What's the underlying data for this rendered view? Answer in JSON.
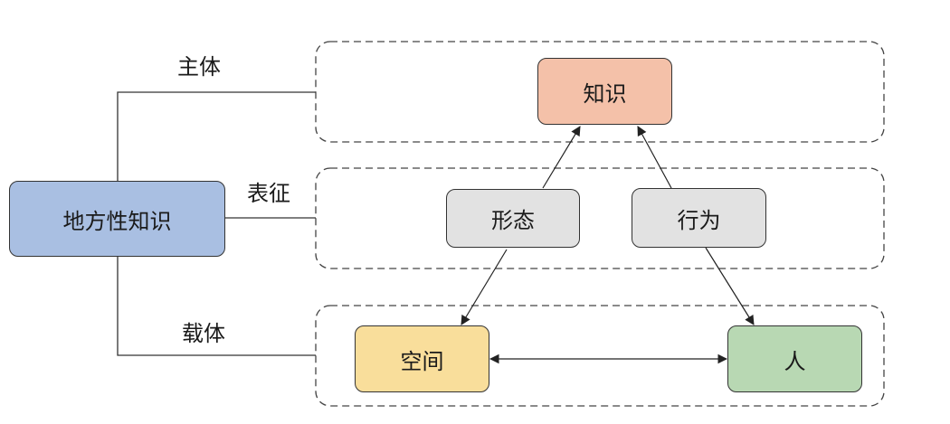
{
  "root": {
    "label": "地方性知识"
  },
  "branches": {
    "subject": "主体",
    "representation": "表征",
    "carrier": "载体"
  },
  "nodes": {
    "knowledge": "知识",
    "form": "形态",
    "behavior": "行为",
    "space": "空间",
    "person": "人"
  },
  "colors": {
    "root": "#a9bfe2",
    "knowledge": "#f4c1a9",
    "form": "#e2e2e2",
    "behavior": "#e2e2e2",
    "space": "#f9de9b",
    "person": "#b8d8b3"
  }
}
